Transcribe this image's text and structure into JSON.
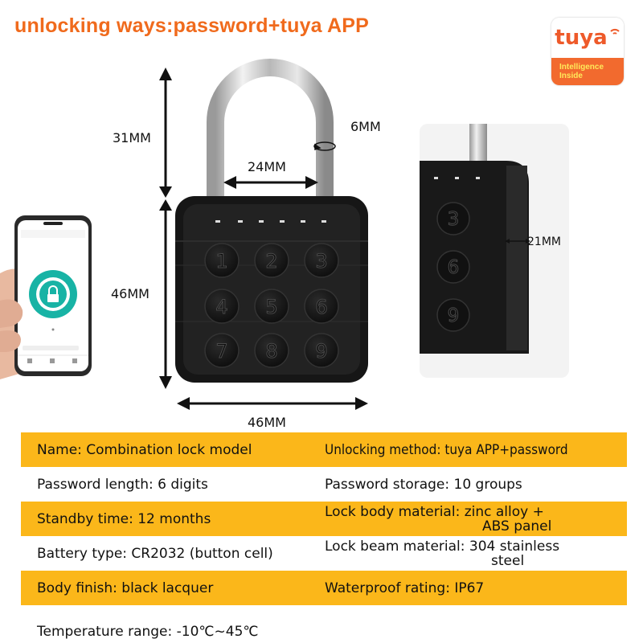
{
  "headline": "unlocking ways:password+tuya APP",
  "badge": {
    "brand": "tuya",
    "tagline_1": "Intelligence",
    "tagline_2": "Inside"
  },
  "dimensions": {
    "shackle_height": "31MM",
    "shackle_thickness": "6MM",
    "shackle_inner_width": "24MM",
    "body_height": "46MM",
    "body_width": "46MM",
    "body_depth": "21MM"
  },
  "keypad": {
    "front_keys": [
      "1",
      "2",
      "3",
      "4",
      "5",
      "6",
      "7",
      "8",
      "9"
    ],
    "side_keys": [
      "3",
      "6",
      "9"
    ]
  },
  "specs": [
    {
      "left": "Name: Combination lock model",
      "right": "Unlocking method: tuya APP+password"
    },
    {
      "left": "Password length: 6 digits",
      "right": "Password storage: 10 groups"
    },
    {
      "left": "Standby time: 12 months",
      "right": "Lock body material: zinc alloy +",
      "right_cont": "ABS panel"
    },
    {
      "left": "Battery type: CR2032 (button cell)",
      "right": "Lock beam material: 304 stainless",
      "right_cont": "steel"
    },
    {
      "left": "Body finish: black lacquer",
      "right": "Waterproof rating: IP67"
    }
  ],
  "temperature": "Temperature range: -10℃~45℃",
  "colors": {
    "headline": "#f06a1c",
    "band": "#fbb71a",
    "brand": "#ee5a2a"
  }
}
